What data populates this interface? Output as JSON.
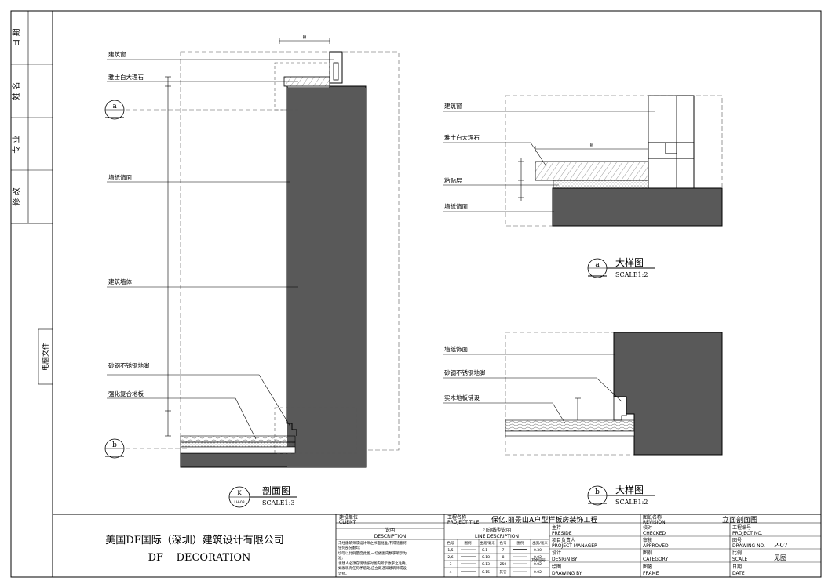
{
  "left_strip": {
    "fields": [
      "日 期",
      "姓 名",
      "专 业",
      "修 改"
    ],
    "computer_file": "电脑文件"
  },
  "section_view": {
    "labels": [
      "建筑窗",
      "雅士白大理石",
      "墙纸饰面",
      "建筑墙体",
      "砂钢不锈钢地脚",
      "强化复合地板"
    ],
    "dim_top": "狮",
    "title": "剖面图",
    "symbol_top": "K",
    "symbol_bottom": "LH-08",
    "scale": "SCALE1:3",
    "marker_a": "a",
    "marker_b": "b"
  },
  "detail_a": {
    "labels": [
      "建筑窗",
      "雅士白大理石",
      "粘贴层",
      "墙纸饰面"
    ],
    "dim_top": "狮",
    "title": "大样图",
    "symbol": "a",
    "scale": "SCALE1:2"
  },
  "detail_b": {
    "labels": [
      "墙纸饰面",
      "砂钢不锈钢地脚",
      "实木地板铺设"
    ],
    "title": "大样图",
    "symbol": "b",
    "scale": "SCALE1:2"
  },
  "title_block": {
    "company_cn": "美国DF国际（深圳）建筑设计有限公司",
    "company_en": "DF    DECORATION",
    "client_cn": "建设单位",
    "client_en": "CLIENT",
    "desc_cn": "说明",
    "desc_en": "DESCRIPTION",
    "desc_lines": [
      "未经建筑师或设计师之书面批准,不得随意将",
      "任何部分翻印;",
      "切勿以比例量度此图,一切依图内数字所示为",
      "准;",
      "承建人必须在现场核对图内所示数字之准确,",
      "如发现有任何矛盾处,应立即通知建筑师或设",
      "计师。"
    ],
    "line_desc_cn": "打印线型说明",
    "line_desc_en": "LINE DESCRIPTION",
    "line_headers": [
      "色号",
      "图例",
      "出宽/毫米",
      "色号",
      "图例",
      "出宽/毫米"
    ],
    "line_rows": [
      [
        "1/5",
        "0.1",
        "7",
        "0.30"
      ],
      [
        "2/6",
        "0.18",
        "8",
        "0.02"
      ],
      [
        "3",
        "0.13",
        "250",
        "0.02"
      ],
      [
        "4",
        "0.15",
        "其它",
        "0.02"
      ]
    ],
    "extra_note": "其余层号",
    "project_cn": "工程名称",
    "project_en": "PROJECT TILE",
    "project_name": "保亿.丽景山A户型样板房装饰工程",
    "preside_cn": "主持",
    "preside_en": "PRESIDE",
    "pm_cn": "项目负责人",
    "pm_en": "PROJECT MANAGER",
    "design_cn": "设计",
    "design_en": "DESIGN BY",
    "drawing_cn": "绘图",
    "drawing_en": "DRAWING BY",
    "revision_cn": "图纸名称",
    "revision_en": "REVISION",
    "drawing_title": "立面剖面图",
    "checked_cn": "校对",
    "checked_en": "CHECKED",
    "approved_cn": "审核",
    "approved_en": "APPROVED",
    "category_cn": "图别",
    "category_en": "CATEGORY",
    "frame_cn": "图幅",
    "frame_en": "FRAME",
    "project_no_cn": "工程编号",
    "project_no_en": "PROJECT NO.",
    "drawing_no_cn": "图号",
    "drawing_no_en": "DRAWING NO.",
    "drawing_no": "P-07",
    "scale_cn": "比例",
    "scale_en": "SCALE",
    "scale_value": "见图",
    "date_cn": "日期",
    "date_en": "DATE"
  }
}
